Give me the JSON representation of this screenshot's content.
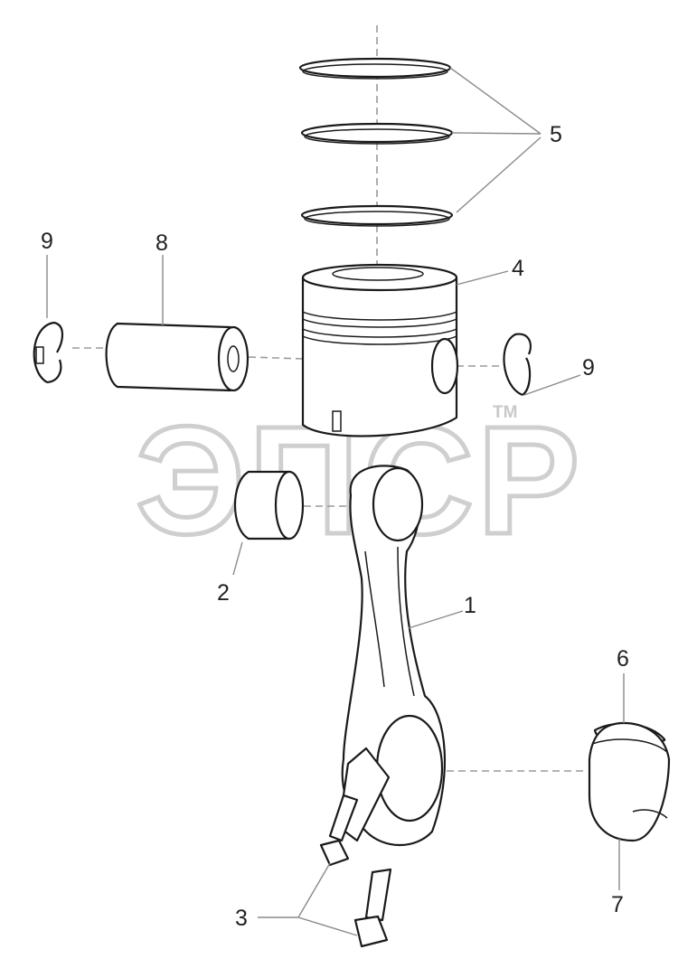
{
  "diagram": {
    "watermark_text": "ЭПСР",
    "watermark_mark": "TM",
    "callouts": {
      "c1": "1",
      "c2": "2",
      "c3": "3",
      "c4": "4",
      "c5": "5",
      "c6": "6",
      "c7": "7",
      "c8": "8",
      "c9_left": "9",
      "c9_right": "9"
    },
    "colors": {
      "line": "#1a1a1a",
      "leader": "#8a8a8a",
      "axis": "#9a9a9a",
      "watermark": "#cfcfcf"
    }
  }
}
